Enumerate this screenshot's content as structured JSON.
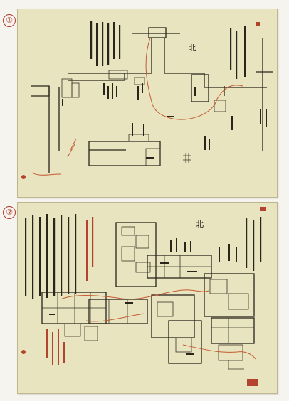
{
  "figure": {
    "labels": [
      "①",
      "②"
    ],
    "sheet1": {
      "north_mark": "北"
    },
    "sheet2": {
      "north_mark": "北"
    }
  },
  "colors": {
    "paper": "#e7e4bf",
    "ink": "#2a241b",
    "red_ink": "#b4432e",
    "background": "#f6f4ef"
  }
}
